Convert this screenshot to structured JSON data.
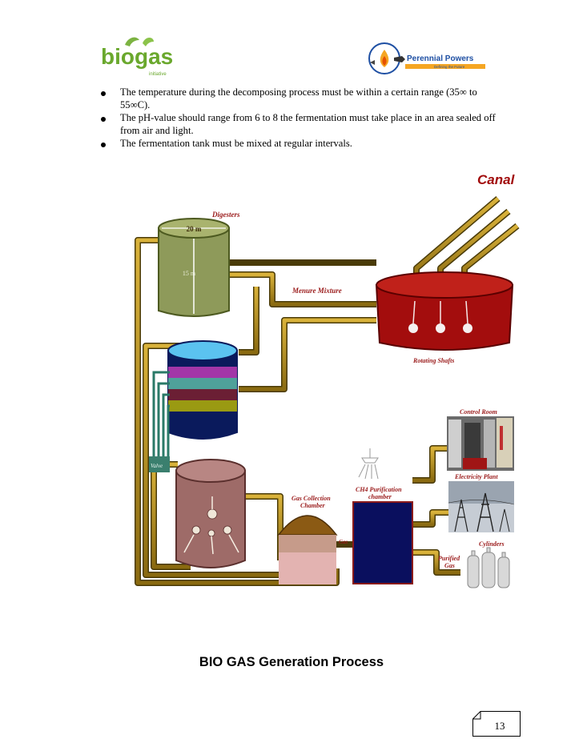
{
  "header": {
    "logo_left": {
      "text": "biogas",
      "sub": "initiative"
    },
    "logo_right": {
      "text": "Perennial Powers",
      "tagline": "Defining the Future"
    }
  },
  "bullets": [
    "The temperature during the decomposing process must be within a certain range (35∞ to 55∞C).",
    "The pH-value should range from 6 to 8 the fermentation must take place in an area sealed off from air and light.",
    "The fermentation tank must be mixed at regular intervals."
  ],
  "diagram": {
    "labels": {
      "canal": "Canal",
      "digesters": "Digesters",
      "width": "20 m",
      "height": "15 m",
      "menure_mixture": "Menure Mixture",
      "rotating_shafts": "Rotating Shafts",
      "valve": "Valve",
      "gas_collection_1": "Gas Collection",
      "gas_collection_2": "Chamber",
      "gas": "Gas",
      "ch4_1": "CH4 Purification",
      "ch4_2": "chamber",
      "control_room": "Control Room",
      "electricity_plant": "Electricity Plant",
      "cylinders": "Cylinders",
      "purified_1": "Purified",
      "purified_2": "Gas"
    }
  },
  "caption": "BIO GAS Generation Process",
  "page_number": "13"
}
